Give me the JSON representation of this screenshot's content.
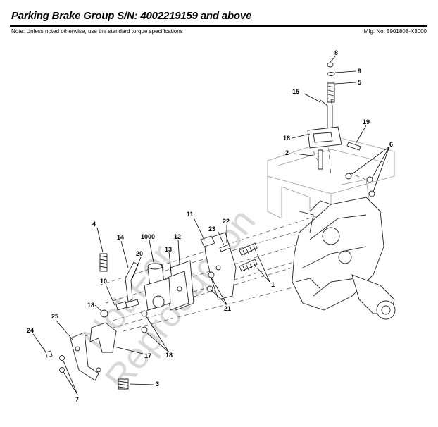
{
  "header": {
    "title": "Parking Brake Group S/N: 4002219159 and above",
    "note": "Note: Unless noted otherwise, use the standard torque specifications",
    "mfg": "Mfg. No: 5901808-X3000"
  },
  "watermark": {
    "line1": "Not For",
    "line2": "Reproduction"
  },
  "callouts": {
    "c1": "1",
    "c2": "2",
    "c3": "3",
    "c4": "4",
    "c5": "5",
    "c6": "6",
    "c7": "7",
    "c8": "8",
    "c9": "9",
    "c10": "10",
    "c11": "11",
    "c12": "12",
    "c13": "13",
    "c14": "14",
    "c15": "15",
    "c16": "16",
    "c17": "17",
    "c18a": "18",
    "c18b": "18",
    "c19": "19",
    "c20": "20",
    "c21": "21",
    "c22": "22",
    "c23": "23",
    "c24": "24",
    "c25": "25",
    "c1000": "1000"
  }
}
